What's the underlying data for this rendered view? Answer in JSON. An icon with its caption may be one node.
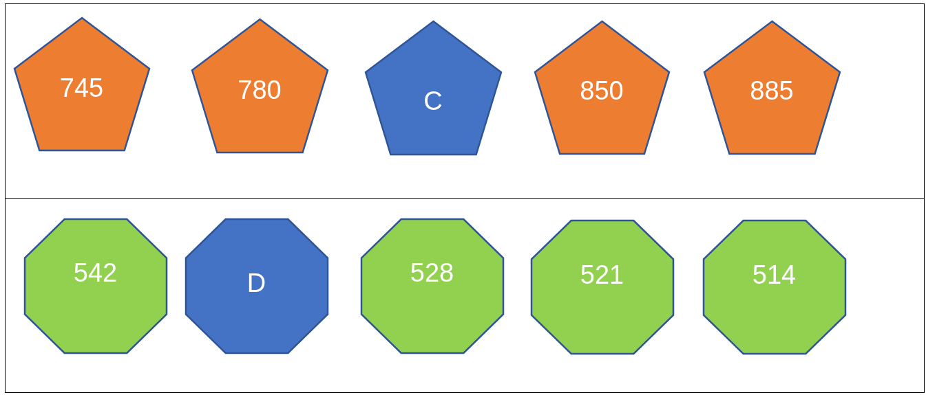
{
  "diagram": {
    "nodes": [
      {
        "text": [],
        "shape": "box"
      },
      {
        "text": [
          "745"
        ],
        "in": 0
      },
      {
        "text": [
          "780"
        ],
        "in": 0
      },
      {
        "text": [
          "C"
        ],
        "in": 0
      },
      {
        "text": [
          "850"
        ],
        "in": 0
      },
      {
        "text": [
          "885"
        ],
        "in": 0
      },
      {
        "text": [],
        "shape": "box"
      },
      {
        "text": [
          "542"
        ],
        "in": 6
      },
      {
        "text": [
          "D"
        ],
        "in": 6
      },
      {
        "text": [
          "528"
        ],
        "in": 6
      },
      {
        "text": [
          "521"
        ],
        "in": 6
      },
      {
        "text": [
          "514"
        ],
        "in": 6
      }
    ]
  }
}
